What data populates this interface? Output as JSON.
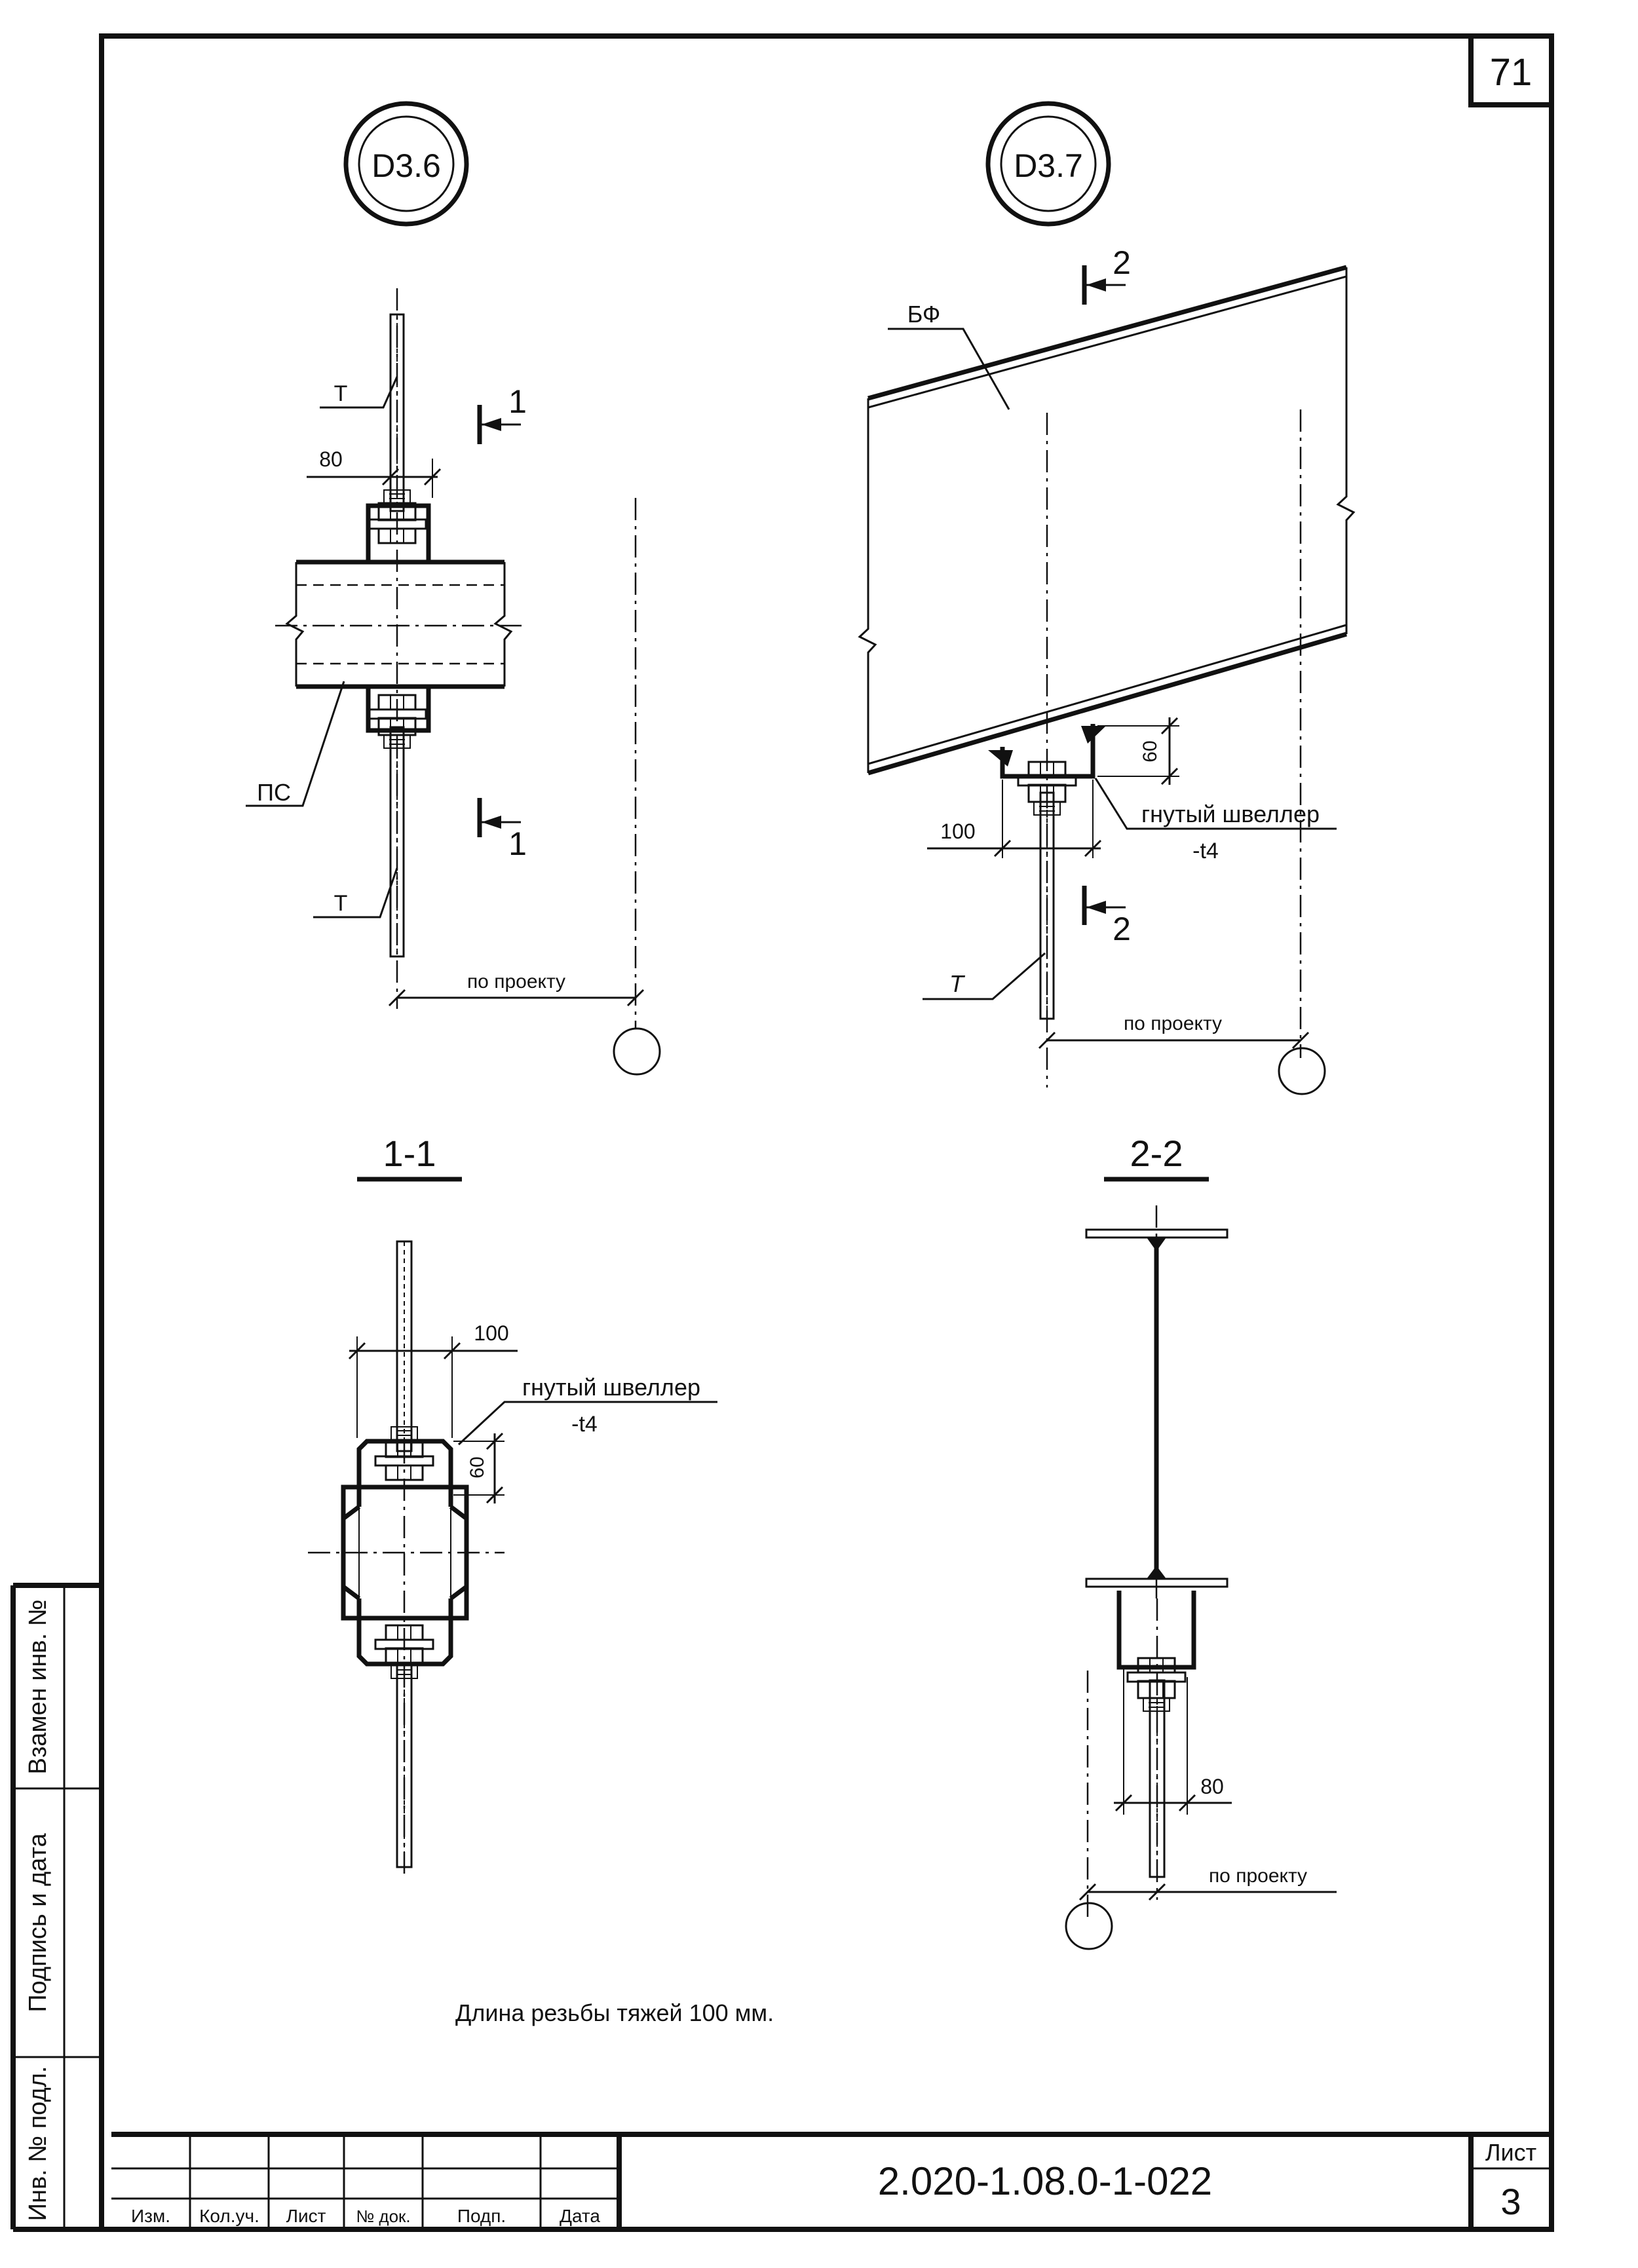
{
  "sheet": {
    "page_number": "71",
    "designation": "2.020-1.08.0-1-022",
    "sheet_label": "Лист",
    "sheet_number": "3",
    "title_block_headers": [
      "Изм.",
      "Кол.уч.",
      "Лист",
      "№ док.",
      "Подп.",
      "Дата"
    ],
    "side_stamp": [
      "Взамен инв. №",
      "Подпись и дата",
      "Инв. № подл."
    ]
  },
  "details": {
    "d36": {
      "mark": "D3.6",
      "pipe_label": "ПС",
      "rod_label_top": "Т",
      "rod_label_bottom": "Т",
      "dim_width": "80",
      "cut_label_top": "1",
      "cut_label_bottom": "1",
      "dim_offset": "по проекту"
    },
    "d37": {
      "mark": "D3.7",
      "beam_label": "БФ",
      "channel_label": "гнутый швеллер",
      "channel_thickness": "-t4",
      "dim_width": "100",
      "dim_height": "60",
      "rod_label": "Т",
      "cut_label_top": "2",
      "cut_label_bottom": "2",
      "dim_offset": "по проекту"
    }
  },
  "sections": {
    "s11": {
      "title": "1-1",
      "channel_label": "гнутый швеллер",
      "channel_thickness": "-t4",
      "dim_width": "100",
      "dim_height": "60"
    },
    "s22": {
      "title": "2-2",
      "dim_width": "80",
      "dim_offset": "по проекту"
    }
  },
  "note": "Длина резьбы тяжей 100 мм."
}
